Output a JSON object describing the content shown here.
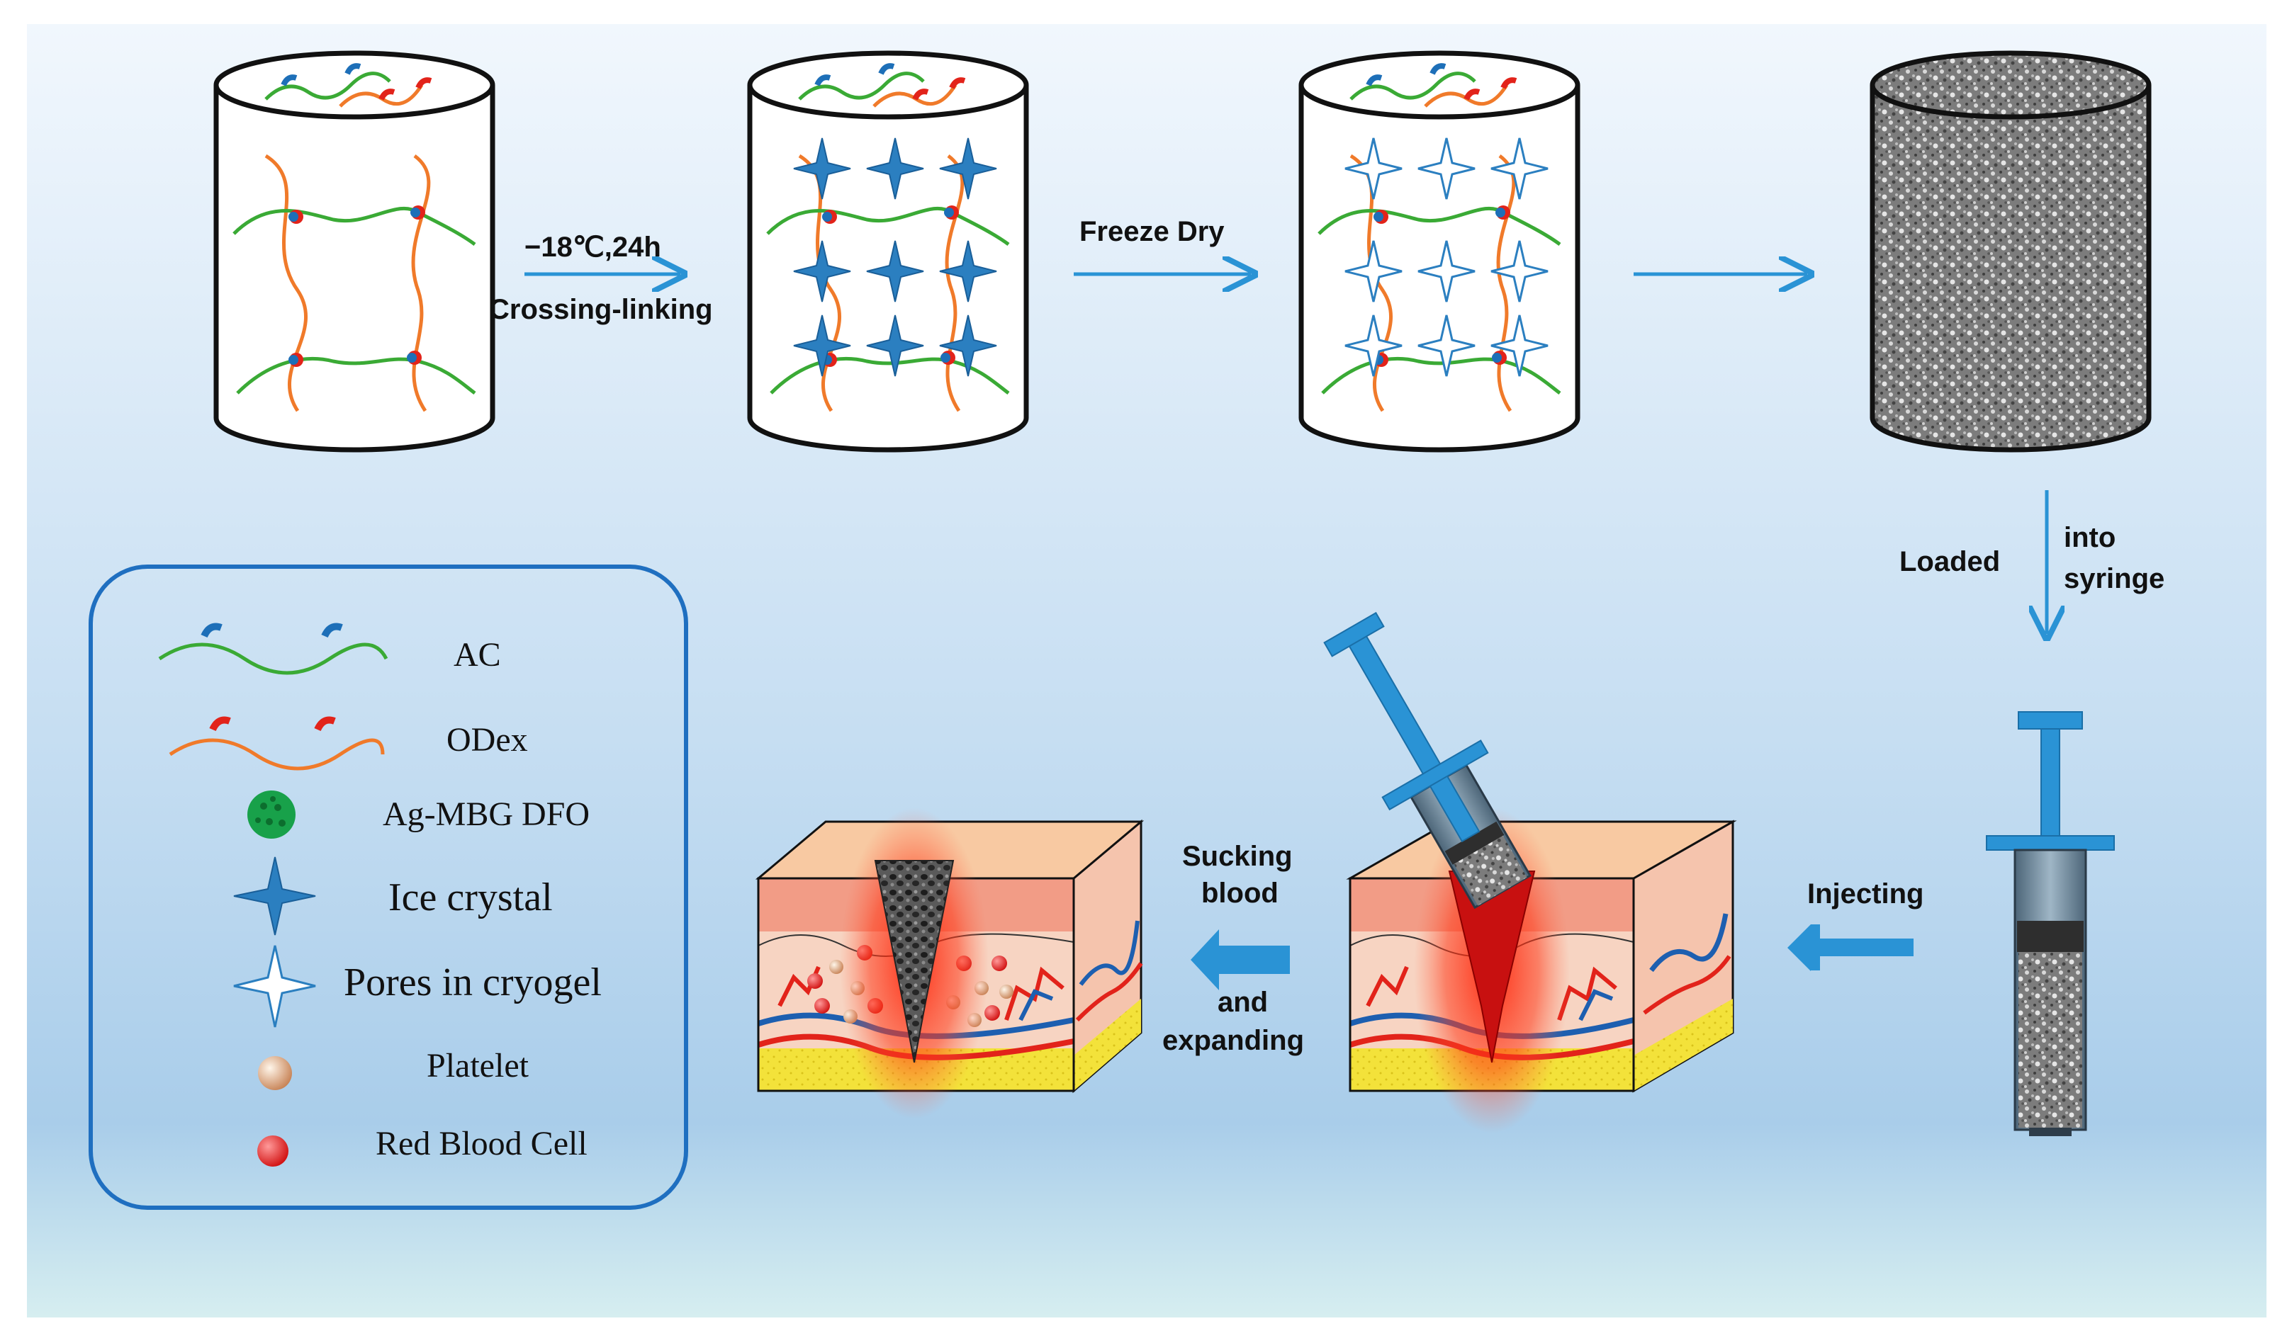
{
  "steps": {
    "cross_temp": "−18℃,24h",
    "cross_label": "Crossing-linking",
    "freeze": "Freeze Dry",
    "loaded": "Loaded",
    "into": "into",
    "syringe": "syringe",
    "injecting": "Injecting",
    "sucking": "Sucking",
    "blood": "blood",
    "and": "and",
    "expanding": "expanding"
  },
  "legend": {
    "ac": "AC",
    "odex": "ODex",
    "agmbg": "Ag-MBG DFO",
    "ice": "Ice crystal",
    "pores": "Pores in cryogel",
    "platelet": "Platelet",
    "rbc": "Red Blood Cell"
  },
  "colors": {
    "arrow": "#2a93d5",
    "ac_chain": "#3aaa35",
    "odex_chain": "#f07a2a",
    "ac_node": "#1d6fb8",
    "odex_node": "#e2231a",
    "legend_border": "#1f6fc0"
  }
}
